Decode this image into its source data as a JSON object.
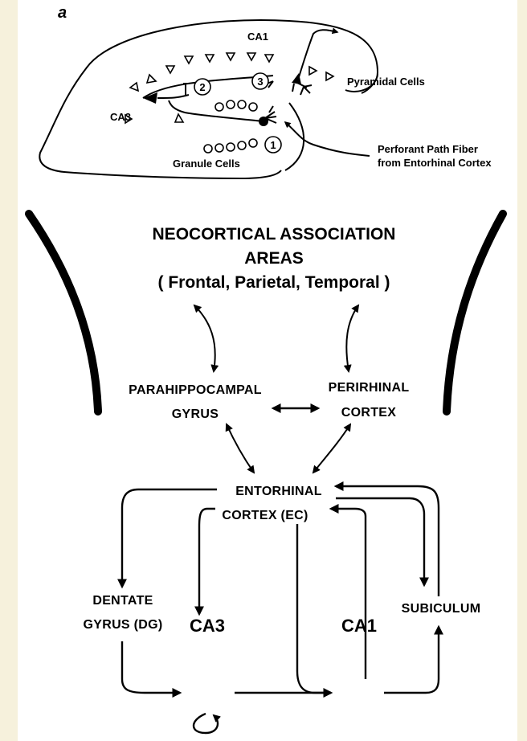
{
  "panel_label": "a",
  "hippocampus": {
    "ca1": "CA1",
    "ca3": "CA3",
    "pyramidal": "Pyramidal Cells",
    "granule": "Granule Cells",
    "perforant_1": "Perforant Path Fiber",
    "perforant_2": "from Entorhinal Cortex",
    "synapse_1": "1",
    "synapse_2": "2",
    "synapse_3": "3"
  },
  "circuit": {
    "neocortex_1": "NEOCORTICAL ASSOCIATION",
    "neocortex_2": "AREAS",
    "neocortex_3": "( Frontal,  Parietal,  Temporal )",
    "parahippo_1": "PARAHIPPOCAMPAL",
    "parahippo_2": "GYRUS",
    "perirhinal_1": "PERIRHINAL",
    "perirhinal_2": "CORTEX",
    "ec_1": "ENTORHINAL",
    "ec_2": "CORTEX (EC)",
    "dg_1": "DENTATE",
    "dg_2": "GYRUS (DG)",
    "subiculum": "SUBICULUM",
    "ca3": "CA3",
    "ca1": "CA1"
  }
}
